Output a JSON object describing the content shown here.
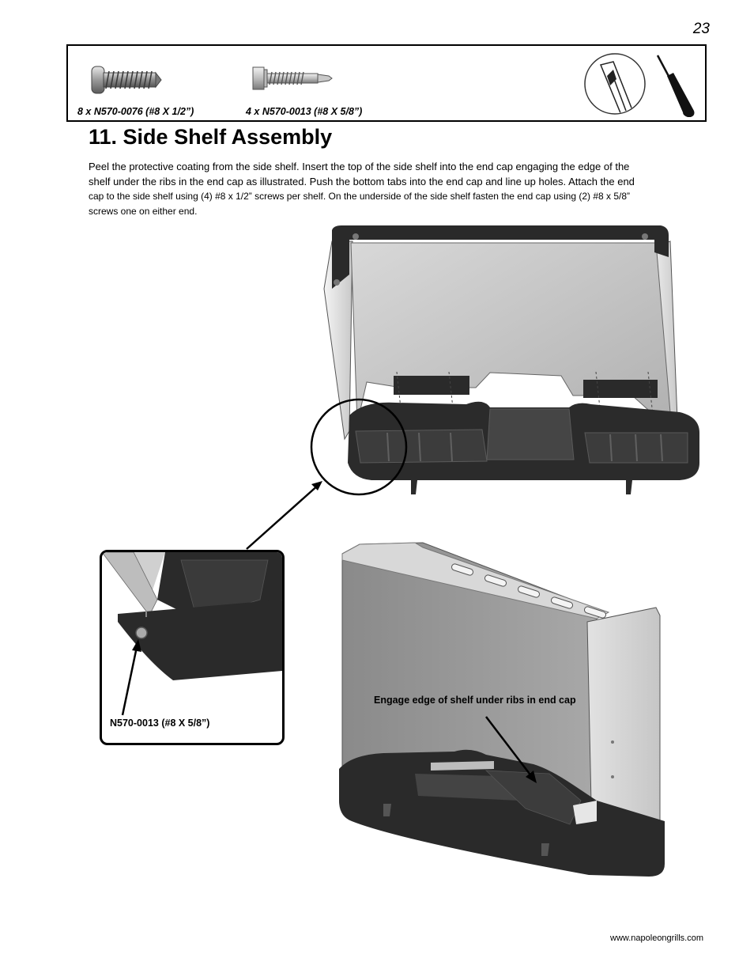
{
  "page": {
    "number": "23",
    "footer_url": "www.napoleongrills.com"
  },
  "hardware": {
    "items": [
      {
        "label": "8 x N570-0076 (#8 X 1/2”)",
        "icon": "pan-head-screw-icon"
      },
      {
        "label": "4 x N570-0013 (#8 X 5/8”)",
        "icon": "self-drilling-screw-icon"
      }
    ],
    "tool_icon": "phillips-screwdriver-icon"
  },
  "section": {
    "title": "11.  Side Shelf Assembly",
    "instructions_lines": [
      "Peel the protective coating from the side shelf.  Insert the top of the side shelf into the end cap engaging the edge of the",
      "shelf under the ribs in the end cap as illustrated. Push the bottom tabs into the end cap and line up holes. Attach the end",
      "cap to the side shelf using (4) #8 x 1/2” screws per shelf.  On the underside of the side shelf fasten the end cap using (2) #8 x 5/8”",
      "screws one on either end."
    ]
  },
  "figures": {
    "detail_callout": "N570-0013 (#8 X 5/8”)",
    "engage_callout": "Engage edge of shelf under ribs in end cap"
  }
}
